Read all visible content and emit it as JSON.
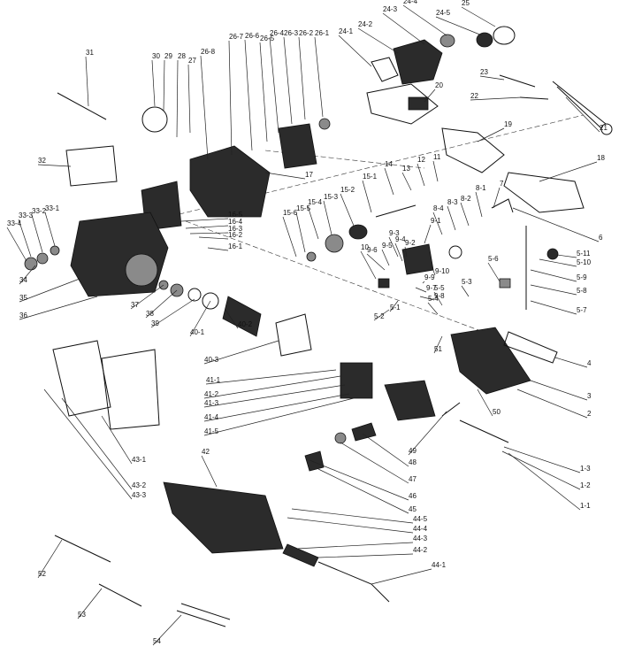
{
  "labels": [
    "1-1",
    "1-2",
    "1-3",
    "2",
    "3",
    "4",
    "5-1",
    "5-2",
    "5-3",
    "5-4",
    "5-5",
    "5-6",
    "5-7",
    "5-8",
    "5-9",
    "5-10",
    "5-11",
    "6",
    "7",
    "8-1",
    "8-2",
    "8-3",
    "8-4",
    "9-1",
    "9-2",
    "9-3",
    "9-4",
    "9-5",
    "9-6",
    "9-7",
    "9-8",
    "9-9",
    "9-10",
    "10",
    "11",
    "12",
    "13",
    "14",
    "15-1",
    "15-2",
    "15-3",
    "15-4",
    "15-5",
    "15-6",
    "16-1",
    "16-2",
    "16-3",
    "16-4",
    "16-5",
    "17",
    "18",
    "19",
    "20",
    "21",
    "22",
    "23",
    "24-1",
    "24-2",
    "24-3",
    "24-4",
    "24-5",
    "25",
    "26-1",
    "26-2",
    "26-3",
    "26-4",
    "26-5",
    "26-6",
    "26-7",
    "26-8",
    "27",
    "28",
    "29",
    "30",
    "31",
    "32",
    "33-1",
    "33-2",
    "33-3",
    "33-4",
    "34",
    "35",
    "36",
    "37",
    "38",
    "39",
    "40-1",
    "40-2",
    "40-3",
    "41-1",
    "41-2",
    "41-3",
    "41-4",
    "41-5",
    "42",
    "43-1",
    "43-2",
    "43-3",
    "44-1",
    "44-2",
    "44-3",
    "44-4",
    "44-5",
    "45",
    "46",
    "47",
    "48",
    "49",
    "50",
    "51",
    "52",
    "53",
    "54"
  ]
}
